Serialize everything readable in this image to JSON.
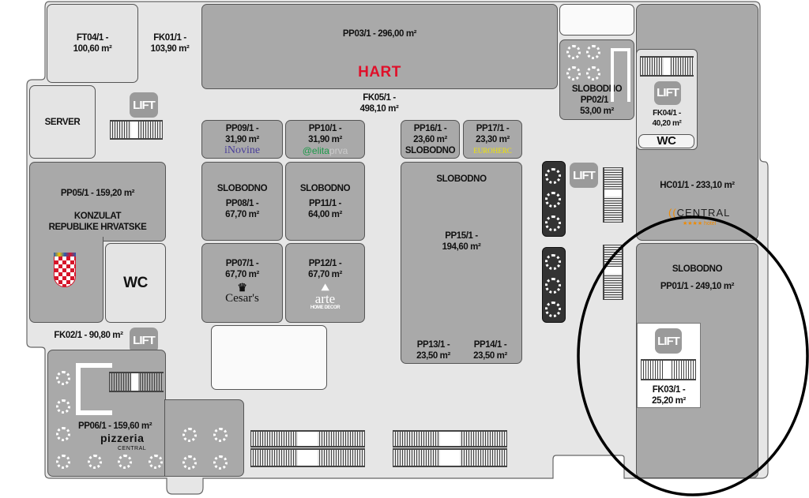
{
  "rooms": {
    "ft04": {
      "code": "FT04/1 -",
      "area": "100,60 m²"
    },
    "fk01": {
      "code": "FK01/1 -",
      "area": "103,90 m²"
    },
    "pp03": {
      "code": "PP03/1 - 296,00 m²",
      "tenant": "HART"
    },
    "pp02": {
      "status": "SLOBODNO",
      "code": "PP02/1 -",
      "area": "53,00 m²"
    },
    "fk04": {
      "code": "FK04/1 -",
      "area": "40,20 m²",
      "wc": "WC"
    },
    "server": {
      "label": "SERVER"
    },
    "fk05": {
      "code": "FK05/1 -",
      "area": "498,10 m²"
    },
    "pp09": {
      "code": "PP09/1 -",
      "area": "31,90 m²",
      "tenant": "iNovine"
    },
    "pp10": {
      "code": "PP10/1 -",
      "area": "31,90 m²",
      "tenant_a": "@elita",
      "tenant_b": "prva"
    },
    "pp16": {
      "code": "PP16/1 -",
      "area": "23,60 m²",
      "status": "SLOBODNO"
    },
    "pp17": {
      "code": "PP17/1 -",
      "area": "23,30 m²",
      "tenant": "EUROHERC"
    },
    "hc01": {
      "code": "HC01/1 - 233,10 m²",
      "tenant": "CENTRAL",
      "tenant_sub": "★★★★ hotel"
    },
    "pp05": {
      "code": "PP05/1 - 159,20 m²",
      "tenant_1": "KONZULAT",
      "tenant_2": "REPUBLIKE HRVATSKE"
    },
    "pp08": {
      "status": "SLOBODNO",
      "code": "PP08/1 -",
      "area": "67,70 m²"
    },
    "pp11": {
      "status": "SLOBODNO",
      "code": "PP11/1 -",
      "area": "64,00 m²"
    },
    "pp15": {
      "status": "SLOBODNO",
      "code": "PP15/1 -",
      "area": "194,60 m²"
    },
    "pp13": {
      "code": "PP13/1 -",
      "area": "23,50 m²"
    },
    "pp14": {
      "code": "PP14/1 -",
      "area": "23,50 m²"
    },
    "wc_left": {
      "label": "WC"
    },
    "pp07": {
      "code": "PP07/1 -",
      "area": "67,70 m²",
      "tenant": "Cesar's"
    },
    "pp12": {
      "code": "PP12/1 -",
      "area": "67,70 m²",
      "tenant": "arte",
      "tenant_sub": "HOME DECOR"
    },
    "pp01": {
      "status": "SLOBODNO",
      "code": "PP01/1 - 249,10 m²"
    },
    "fk03": {
      "code": "FK03/1 -",
      "area": "25,20 m²"
    },
    "fk02": {
      "code": "FK02/1 - 90,80 m²"
    },
    "pp06": {
      "code": "PP06/1 - 159,60 m²",
      "tenant": "pizzeria",
      "tenant_sub": "CENTRAL"
    }
  },
  "lift_label": "LIFT",
  "colors": {
    "hart": "#e0102a",
    "highlight_ellipse": "#000000",
    "occupied": "#a9a9a9",
    "common": "#e4e4e4"
  }
}
